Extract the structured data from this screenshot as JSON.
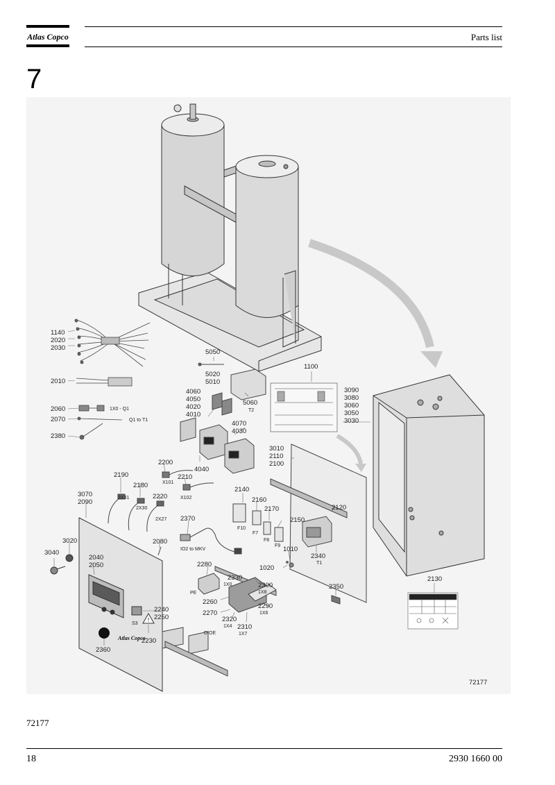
{
  "header": {
    "logo_text": "Atlas Copco",
    "title": "Parts list"
  },
  "section_number": "7",
  "figure": {
    "callouts": {
      "c1140": "1140",
      "c2020": "2020",
      "c2030": "2030",
      "c2010": "2010",
      "c2060": "2060",
      "c2070": "2070",
      "c2380": "2380",
      "t1x0q1": "1X0 - Q1",
      "tq1t1": "Q1 to T1",
      "c5050": "5050",
      "c5020": "5020",
      "c5010": "5010",
      "c5060": "5060",
      "tT2": "T2",
      "c1100": "1100",
      "c3090": "3090",
      "c3080": "3080",
      "c3060": "3060",
      "c3050": "3050",
      "c3030": "3030",
      "c4060": "4060",
      "c4050": "4050",
      "c4020": "4020",
      "c4010": "4010",
      "c4070": "4070",
      "c4030": "4030",
      "c4040": "4040",
      "c3010": "3010",
      "c2110": "2110",
      "c2100": "2100",
      "c2200": "2200",
      "tX101": "X101",
      "c2210": "2210",
      "tX102": "X102",
      "c2190": "2190",
      "t3X31": "3X31",
      "c2180": "2180",
      "t2X30": "2X30",
      "c2220": "2220",
      "t2X27": "2X27",
      "c3070": "3070",
      "c2090": "2090",
      "c2140": "2140",
      "tF10": "F10",
      "c2160": "2160",
      "tF7": "F7",
      "c2170": "2170",
      "tF8": "F8",
      "c2150": "2150",
      "tF9": "F9",
      "c2120": "2120",
      "c1010": "1010",
      "c1020": "1020",
      "c2340": "2340",
      "tT1": "T1",
      "c2370": "2370",
      "tIO2": "IO2 to MKV",
      "c3020": "3020",
      "c3040": "3040",
      "c2080": "2080",
      "c2040": "2040",
      "c2050": "2050",
      "c2280": "2280",
      "tPE": "PE",
      "c2330": "2330",
      "t1X0": "1X0",
      "c2300": "2300",
      "t1X8": "1X8",
      "c2260": "2260",
      "c2290": "2290",
      "t1X6": "1X6",
      "c2270": "2270",
      "c2320": "2320",
      "t1X4": "1X4",
      "c2310": "2310",
      "t1X7": "1X7",
      "tDIOE": "DIOE",
      "c2240": "2240",
      "c2250": "2250",
      "tS3": "S3",
      "c2230": "2230",
      "c2360": "2360",
      "c2350": "2350",
      "c2130": "2130",
      "drawing_id": "72177"
    }
  },
  "figure_reference": "72177",
  "footer": {
    "page_number": "18",
    "document_number": "2930 1660 00"
  }
}
